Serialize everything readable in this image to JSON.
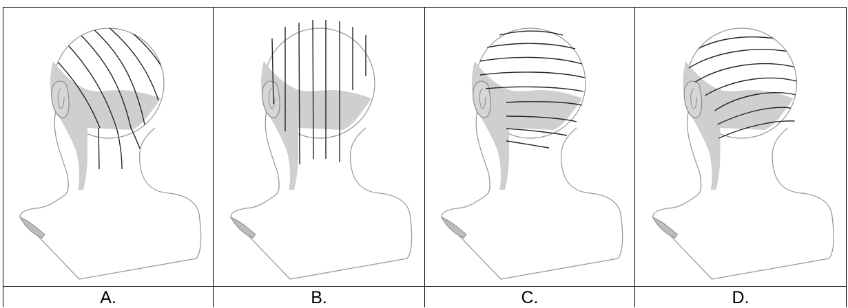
{
  "options": [
    {
      "label": "A.",
      "pattern": "diagonal-lines-icon"
    },
    {
      "label": "B.",
      "pattern": "vertical-lines-icon"
    },
    {
      "label": "C.",
      "pattern": "horizontal-lines-icon"
    },
    {
      "label": "D.",
      "pattern": "curved-diagonal-lines-icon"
    }
  ],
  "colors": {
    "shade": "#cfcfcf",
    "outline": "#8a8a8a",
    "line": "#222222",
    "border": "#000000"
  }
}
